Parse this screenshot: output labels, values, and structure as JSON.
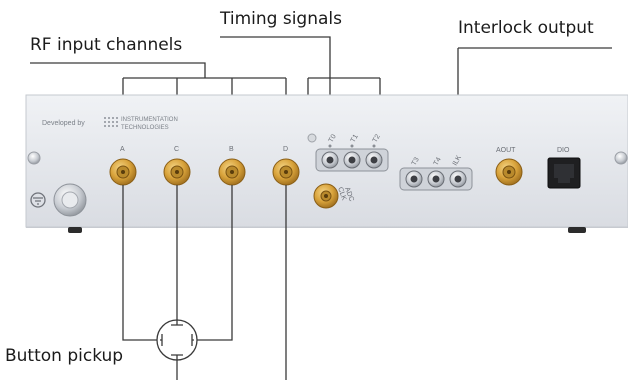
{
  "callouts": {
    "rf_inputs": "RF input channels",
    "timing": "Timing signals",
    "interlock": "Interlock output",
    "pickup": "Button pickup"
  },
  "panel": {
    "developed_by": "Developed by",
    "company_line1": "INSTRUMENTATION",
    "company_line2": "TECHNOLOGIES",
    "rf_channels": [
      "A",
      "C",
      "B",
      "D"
    ],
    "timing_top": [
      "T0",
      "T1",
      "T2"
    ],
    "adc_label_1": "ADC",
    "adc_label_2": "CLK",
    "timing_bottom": [
      "T3",
      "T4",
      "ILK"
    ],
    "aout": "AOUT",
    "dio": "DIO"
  },
  "colors": {
    "panel": "#e4e7ec",
    "panel_shadow": "#c9ccd2",
    "gold": "#d8a23a",
    "gold_dark": "#9a6a1c",
    "line": "#3a3a3a"
  }
}
